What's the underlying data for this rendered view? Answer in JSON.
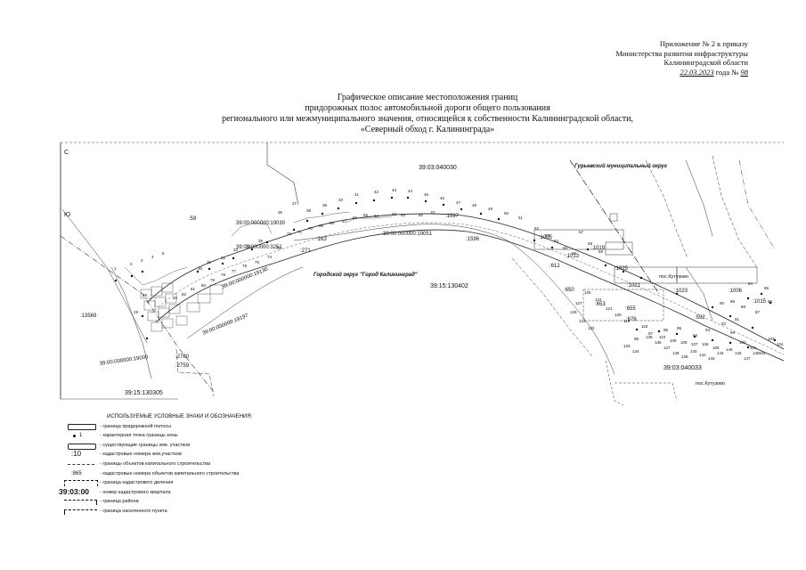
{
  "appendix": {
    "line1": "Приложение № 2 к приказу",
    "line2": "Министерства развития инфраструктуры",
    "line3": "Калининградской области",
    "date": "22.03.2023",
    "number_prefix": "года №",
    "number": "98"
  },
  "title": {
    "line1": "Графическое описание местоположения границ",
    "line2": "придорожных полос автомобильной дороги общего пользования",
    "line3": "регионального или межмуниципального значения, относящейся к собственности Калининградской области,",
    "line4": "«Северный обход г. Калининграда»"
  },
  "map": {
    "cadastral_quarters": [
      "39:03:040030",
      "39:15:130402",
      "39:15:130305",
      "39:03:040033"
    ],
    "parcels_long": [
      "39:00:000000:19030",
      "39:03:000000:3251",
      "39:00:000000:19051",
      "39:00:000000:19130",
      "39:00:000000:19197",
      "39:00:000000:19000"
    ],
    "parcels_short": [
      ":59",
      ":13569",
      ":2760",
      ":2759",
      ":163",
      ":1597",
      ":1005",
      ":1019",
      ":1025",
      ":650",
      ":1023",
      ":1006",
      ":1015",
      ":271",
      ":1596",
      ":1013",
      ":612",
      ":653",
      ":655",
      ":676",
      ":592",
      ":1021"
    ],
    "districts": [
      "Гурьевский муниципальный округ",
      "Городской округ \"Город Калининград\""
    ],
    "settlements": [
      "пос.Кутузово",
      "пос.Кутузово"
    ],
    "margin_labels": [
      "С",
      "Ю"
    ],
    "point_numbers": [
      "1",
      "2",
      "3",
      "4",
      "5",
      "28",
      "29",
      "30",
      "31",
      "32",
      "33",
      "34",
      "35",
      "36",
      "37",
      "38",
      "39",
      "40",
      "41",
      "42",
      "43",
      "44",
      "45",
      "46",
      "47",
      "48",
      "49",
      "50",
      "51",
      "52",
      "53",
      "54",
      "55",
      "56",
      "57",
      "58",
      "59",
      "60",
      "61",
      "62",
      "63",
      "64",
      "65",
      "66",
      "67",
      "68",
      "69",
      "70",
      "71",
      "72",
      "73",
      "74",
      "75",
      "76",
      "77",
      "78",
      "79",
      "80",
      "81",
      "82",
      "83",
      "84",
      "85",
      "86",
      "87",
      "88",
      "89",
      "90",
      "91",
      "92",
      "93",
      "94",
      "95",
      "96",
      "97",
      "98",
      "99",
      "100",
      "101",
      "102",
      "103",
      "104",
      "105",
      "106",
      "107",
      "108",
      "109",
      "110",
      "118",
      "119",
      "120",
      "121",
      "122",
      "125",
      "127",
      "128",
      "131",
      "132",
      "133",
      "134",
      "135",
      "136",
      "137",
      "138",
      "139",
      "140",
      "142",
      "143",
      "144",
      "145",
      "146",
      "147",
      "148"
    ]
  },
  "legend": {
    "heading": "ИСПОЛЬЗУЕМЫЕ УСЛОВНЫЕ ЗНАКИ И ОБОЗНАЧЕНИЯ:",
    "items": [
      {
        "symbol": "",
        "text": "- граница придорожной полосы"
      },
      {
        "symbol": "1",
        "text": "- характерная точка границы зоны"
      },
      {
        "symbol": "",
        "text": "- существующие границы зем. участков"
      },
      {
        "symbol": ":10",
        "text": "- кадастровые номера зем.участков"
      },
      {
        "symbol": "",
        "text": "- границы объектов капитального строительства"
      },
      {
        "symbol": ":865",
        "text": "- кадастровые номера объектов капитального строительства"
      },
      {
        "symbol": "",
        "text": "- граница кадастрового деления"
      },
      {
        "symbol": "39:03:00",
        "text": "- номер кадастрового квартала"
      },
      {
        "symbol": "",
        "text": "- граница района"
      },
      {
        "symbol": "",
        "text": "- граница населенного пункта"
      }
    ]
  }
}
